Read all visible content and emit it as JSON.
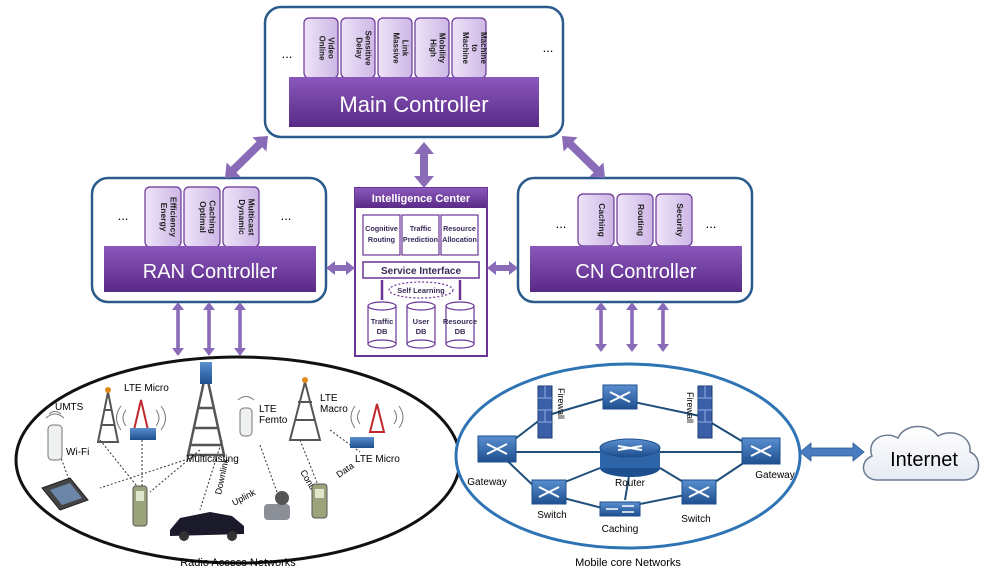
{
  "main_controller": {
    "label": "Main Controller",
    "ellipsis_left": "...",
    "ellipsis_right": "...",
    "services": [
      {
        "lines": [
          "Online",
          "Video"
        ]
      },
      {
        "lines": [
          "Delay",
          "Sensitive"
        ]
      },
      {
        "lines": [
          "Massive",
          "Link"
        ]
      },
      {
        "lines": [
          "High",
          "Mobility"
        ]
      },
      {
        "lines": [
          "Machine",
          "to",
          "Machine"
        ]
      }
    ]
  },
  "ran_controller": {
    "label": "RAN Controller",
    "ellipsis_left": "...",
    "ellipsis_right": "...",
    "services": [
      {
        "lines": [
          "Energy",
          "Efficiency"
        ]
      },
      {
        "lines": [
          "Optimal",
          "Caching"
        ]
      },
      {
        "lines": [
          "Dynamic",
          "Multicast"
        ]
      }
    ]
  },
  "cn_controller": {
    "label": "CN Controller",
    "ellipsis_left": "...",
    "ellipsis_right": "...",
    "services": [
      {
        "lines": [
          "Caching"
        ]
      },
      {
        "lines": [
          "Routing"
        ]
      },
      {
        "lines": [
          "Security"
        ]
      }
    ]
  },
  "intelligence_center": {
    "title": "Intelligence Center",
    "modules": [
      {
        "lines": [
          "Cognitive",
          "Routing"
        ]
      },
      {
        "lines": [
          "Traffic",
          "Prediction"
        ]
      },
      {
        "lines": [
          "Resource",
          "Allocation"
        ]
      }
    ],
    "service_interface": "Service Interface",
    "self_learning": "Self Learning",
    "databases": [
      {
        "lines": [
          "Traffic",
          "DB"
        ]
      },
      {
        "lines": [
          "User",
          "DB"
        ]
      },
      {
        "lines": [
          "Resource",
          "DB"
        ]
      }
    ]
  },
  "ran": {
    "caption": "Radio Access Networks",
    "labels": {
      "umts": "UMTS",
      "lte_micro_top": "LTE Micro",
      "wifi": "Wi-Fi",
      "multicasting": "Multicasting",
      "lte_femto": [
        "LTE",
        "Femto"
      ],
      "lte_macro": [
        "LTE",
        "Macro"
      ],
      "lte_micro_right": "LTE Micro",
      "downlink": "Downlink",
      "uplink": "Uplink",
      "control": "Control",
      "data": "Data"
    }
  },
  "core": {
    "caption": "Mobile core Networks",
    "labels": {
      "firewall_left": "Firewall",
      "firewall_right": "Firewall",
      "gateway_left": "Gateway",
      "gateway_right": "Gateway",
      "router": "Router",
      "switch_left": "Switch",
      "switch_right": "Switch",
      "caching": "Caching"
    }
  },
  "internet": {
    "label": "Internet"
  },
  "colors": {
    "purple_dark": "#5b2a86",
    "purple_bar": "#6a3596",
    "purple_light": "#d9c9ec",
    "purple_arrow": "#8a6bb8",
    "box_border": "#1f4e79",
    "blue_device": "#2e64a8"
  }
}
